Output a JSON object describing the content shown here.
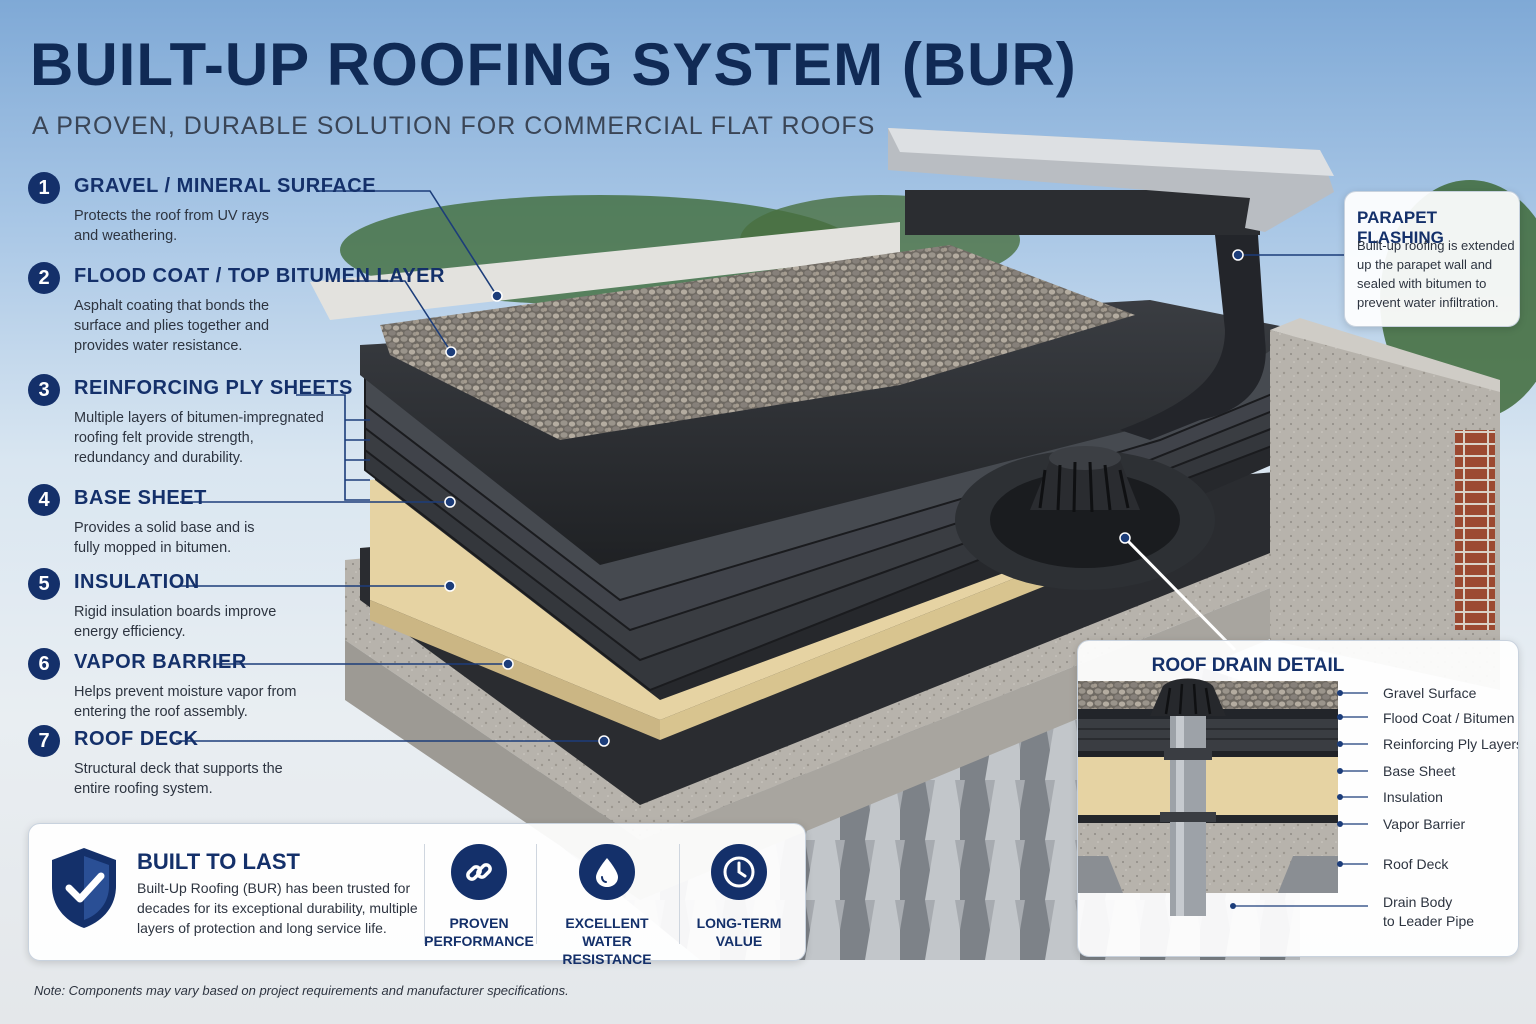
{
  "header": {
    "title": "BUILT-UP ROOFING SYSTEM (BUR)",
    "subtitle": "A PROVEN, DURABLE SOLUTION FOR COMMERCIAL FLAT ROOFS"
  },
  "layers": [
    {
      "number": "1",
      "title": "GRAVEL / MINERAL SURFACE",
      "description": "Protects the roof from UV rays and weathering."
    },
    {
      "number": "2",
      "title": "FLOOD COAT / TOP BITUMEN LAYER",
      "description": "Asphalt coating that bonds the surface and plies together and provides water resistance."
    },
    {
      "number": "3",
      "title": "REINFORCING PLY SHEETS",
      "description": "Multiple layers of bitumen-impregnated roofing felt provide strength, redundancy and durability."
    },
    {
      "number": "4",
      "title": "BASE SHEET",
      "description": "Provides a solid base and is fully mopped in bitumen."
    },
    {
      "number": "5",
      "title": "INSULATION",
      "description": "Rigid insulation boards improve energy efficiency."
    },
    {
      "number": "6",
      "title": "VAPOR BARRIER",
      "description": "Helps prevent moisture vapor from entering the roof assembly."
    },
    {
      "number": "7",
      "title": "ROOF DECK",
      "description": "Structural deck that supports the entire roofing system."
    }
  ],
  "parapet": {
    "title": "PARAPET FLASHING",
    "description": "Built-up roofing is extended up the parapet wall and sealed with bitumen to prevent water infiltration."
  },
  "drain_detail": {
    "title": "ROOF DRAIN DETAIL",
    "labels": [
      "Gravel Surface",
      "Flood Coat / Bitumen",
      "Reinforcing Ply Layers",
      "Base Sheet",
      "Insulation",
      "Vapor Barrier",
      "Roof Deck"
    ],
    "drain_body": [
      "Drain Body",
      "to Leader Pipe"
    ]
  },
  "built_to_last": {
    "title": "BUILT TO LAST",
    "description": "Built-Up Roofing (BUR) has been trusted for decades for its exceptional durability, multiple layers of protection and long service life.",
    "features": [
      {
        "icon": "link-icon",
        "line1": "PROVEN",
        "line2": "PERFORMANCE"
      },
      {
        "icon": "water-drop-icon",
        "line1": "EXCELLENT",
        "line2": "WATER RESISTANCE"
      },
      {
        "icon": "clock-icon",
        "line1": "LONG-TERM",
        "line2": "VALUE"
      }
    ]
  },
  "note": "Note: Components may vary based on project requirements and manufacturer specifications.",
  "colors": {
    "navy": "#14306a",
    "gravel": "#7b7770",
    "bitumen": "#2c2f33",
    "insulation": "#e6d3a3",
    "concrete": "#b9b6b0",
    "brick": "#9c4a32"
  }
}
